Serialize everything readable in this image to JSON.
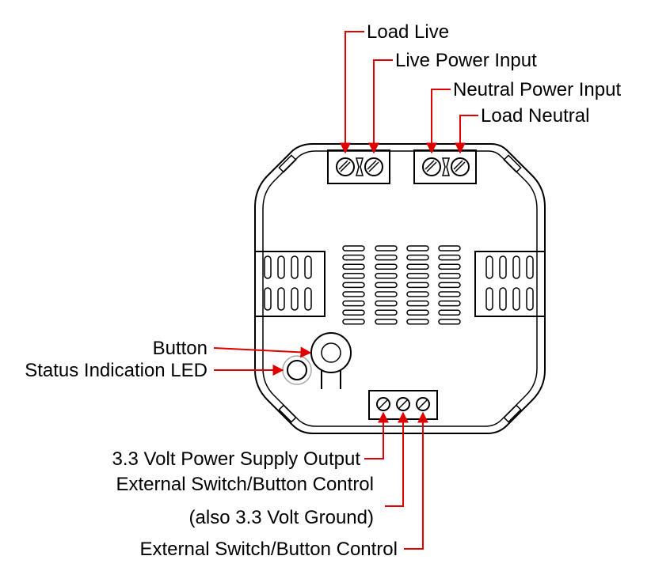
{
  "labels": {
    "load_live": "Load Live",
    "live_power_input": "Live Power Input",
    "neutral_power_input": "Neutral Power Input",
    "load_neutral": "Load Neutral",
    "button": "Button",
    "status_led": "Status Indication LED",
    "supply_output": "3.3 Volt Power Supply Output",
    "ext_control_1": "External Switch/Button Control",
    "ground_note": "(also 3.3 Volt Ground)",
    "ext_control_2": "External Switch/Button Control"
  },
  "colors": {
    "leader": "#e00000",
    "outline": "#000000",
    "background": "#ffffff"
  }
}
